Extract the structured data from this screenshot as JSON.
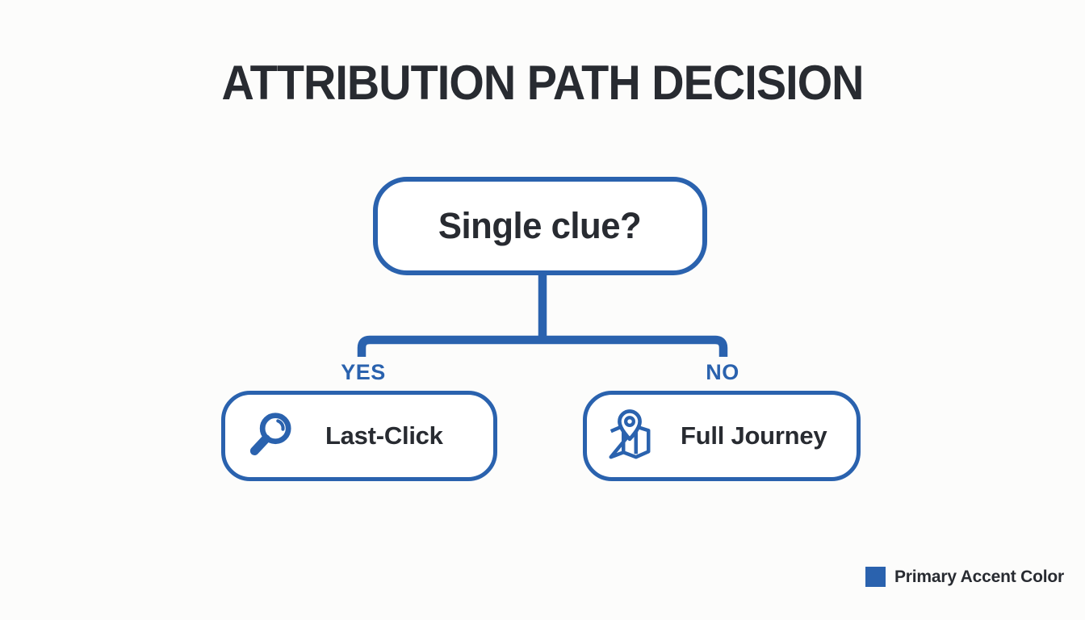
{
  "title": "ATTRIBUTION PATH DECISION",
  "decision": {
    "question": "Single clue?"
  },
  "branches": {
    "yes": {
      "label": "YES",
      "result": "Last-Click",
      "icon": "magnifier-icon"
    },
    "no": {
      "label": "NO",
      "result": "Full Journey",
      "icon": "map-pin-icon"
    }
  },
  "legend": {
    "label": "Primary Accent Color"
  },
  "colors": {
    "accent": "#2a62ae",
    "ink": "#282b31",
    "background": "#fcfcfb"
  }
}
